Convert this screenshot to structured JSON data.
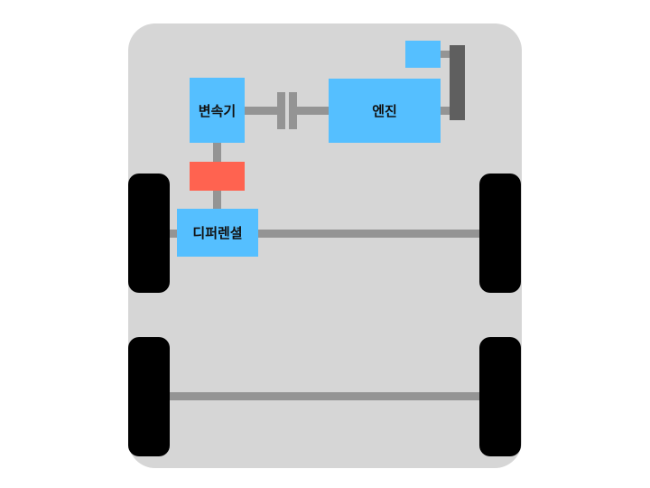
{
  "diagram": {
    "title": "",
    "components": {
      "transmission": {
        "label": "변속기",
        "color": "#55bfff"
      },
      "engine": {
        "label": "엔진",
        "color": "#55bfff"
      },
      "differential": {
        "label": "디퍼렌셜",
        "color": "#55bfff"
      },
      "auxiliary_box": {
        "label": "",
        "color": "#55bfff"
      },
      "propeller_joint": {
        "label": "",
        "color": "#ff6350"
      },
      "flywheel_bar": {
        "label": "",
        "color": "#5f5f5f"
      }
    },
    "colors": {
      "chassis": "#d6d6d6",
      "shaft": "#949494",
      "wheel": "#000000"
    }
  }
}
